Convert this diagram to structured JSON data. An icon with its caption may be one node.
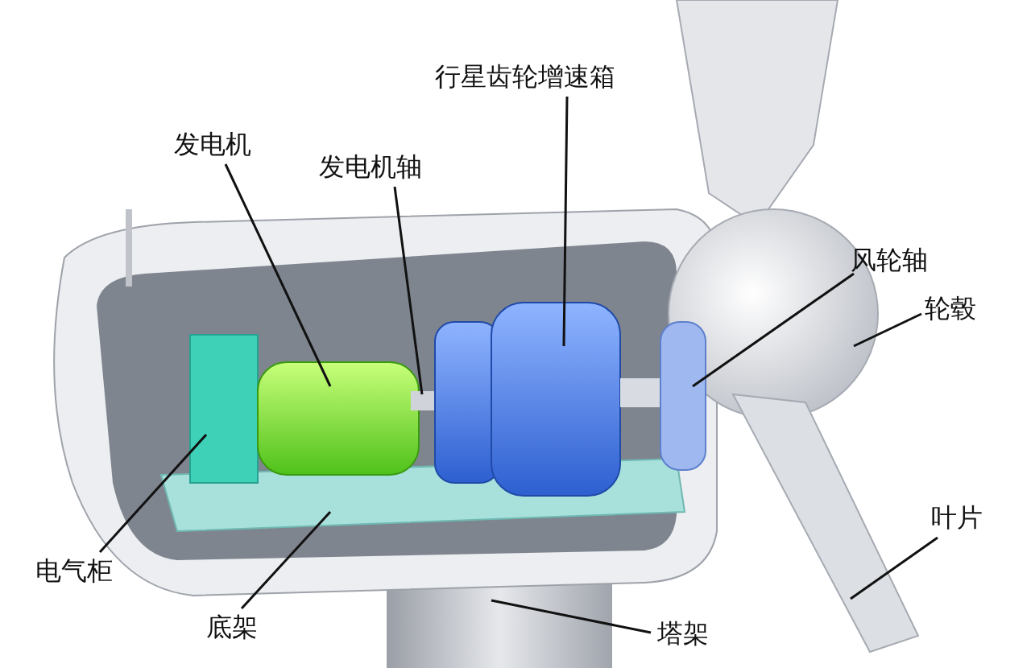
{
  "diagram": {
    "nodes": [
      {
        "text": [
          "行星齿轮增速箱"
        ]
      },
      {
        "text": [
          "发电机"
        ]
      },
      {
        "text": [
          "发电机轴"
        ]
      },
      {
        "text": [
          "风轮轴"
        ]
      },
      {
        "text": [
          "轮毂"
        ]
      },
      {
        "text": [
          "叶片"
        ]
      },
      {
        "text": [
          "电气柜"
        ]
      },
      {
        "text": [
          "底架"
        ]
      },
      {
        "text": [
          "塔架"
        ]
      }
    ],
    "edges": [
      {
        "from": 0,
        "to": null,
        "arrow": "none"
      },
      {
        "from": 1,
        "to": null,
        "arrow": "none"
      },
      {
        "from": 2,
        "to": null,
        "arrow": "none"
      },
      {
        "from": 3,
        "to": null,
        "arrow": "none"
      },
      {
        "from": 4,
        "to": null,
        "arrow": "none"
      },
      {
        "from": 5,
        "to": null,
        "arrow": "none"
      },
      {
        "from": 6,
        "to": null,
        "arrow": "none"
      },
      {
        "from": 7,
        "to": null,
        "arrow": "none"
      },
      {
        "from": 8,
        "to": null,
        "arrow": "none"
      }
    ]
  }
}
